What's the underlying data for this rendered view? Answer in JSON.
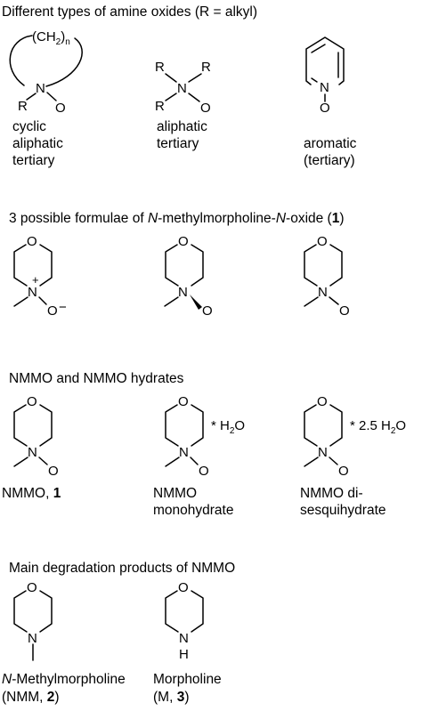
{
  "sections": {
    "amine_oxides": {
      "title": "Different types of amine oxides (R = alkyl)",
      "cyclic": {
        "chain": "(CH",
        "chain_sub": "2",
        "chain_close": ")",
        "chain_n": "n",
        "r": "R",
        "n": "N",
        "o": "O",
        "caption": [
          "cyclic",
          "aliphatic",
          "tertiary"
        ]
      },
      "aliphatic": {
        "r": "R",
        "n": "N",
        "o": "O",
        "caption": [
          "aliphatic",
          "tertiary"
        ]
      },
      "aromatic": {
        "n": "N",
        "o": "O",
        "caption": [
          "aromatic",
          "(tertiary)"
        ]
      }
    },
    "formulae": {
      "title_pre": "3 possible formulae of ",
      "title_n1": "N",
      "title_mid": "-methylmorpholine-",
      "title_n2": "N",
      "title_post": "-oxide (",
      "title_num": "1",
      "title_end": ")",
      "o": "O",
      "n": "N",
      "plus": "+",
      "minus": "−"
    },
    "hydrates": {
      "title": "NMMO and NMMO hydrates",
      "o": "O",
      "n": "N",
      "mono_water": "* H",
      "mono_water_sub": "2",
      "mono_water_end": "O",
      "di_water": "* 2.5 H",
      "di_water_sub": "2",
      "di_water_end": "O",
      "cap_nmmo": "NMMO, ",
      "cap_nmmo_num": "1",
      "cap_mono": [
        "NMMO",
        "monohydrate"
      ],
      "cap_di": [
        "NMMO di-",
        "sesquihydrate"
      ]
    },
    "degradation": {
      "title": "Main degradation products of NMMO",
      "o": "O",
      "n": "N",
      "nh": "N",
      "h": "H",
      "nmm_line1_n": "N",
      "nmm_line1": "-Methylmorpholine",
      "nmm_line2_pre": "(NMM, ",
      "nmm_line2_num": "2",
      "nmm_line2_end": ")",
      "m_line1": "Morpholine",
      "m_line2_pre": "(M, ",
      "m_line2_num": "3",
      "m_line2_end": ")"
    }
  }
}
